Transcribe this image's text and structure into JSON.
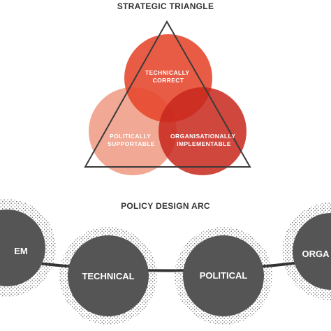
{
  "strategic_triangle": {
    "title": "STRATEGIC TRIANGLE",
    "circles": [
      {
        "line1": "TECHNICALLY",
        "line2": "CORRECT",
        "color": "#e5452b"
      },
      {
        "line1": "POLITICALLY",
        "line2": "SUPPORTABLE",
        "color": "#ef9c85"
      },
      {
        "line1": "ORGANISATIONALLY",
        "line2": "IMPLEMENTABLE",
        "color": "#c8271c"
      }
    ],
    "outline_color": "#3a3a3a"
  },
  "policy_design_arc": {
    "title": "POLICY DESIGN ARC",
    "nodes": [
      {
        "label": "EM"
      },
      {
        "label": "TECHNICAL"
      },
      {
        "label": "POLITICAL"
      },
      {
        "label": "ORGA"
      }
    ],
    "node_color": "#555555",
    "connector_color": "#333333"
  }
}
